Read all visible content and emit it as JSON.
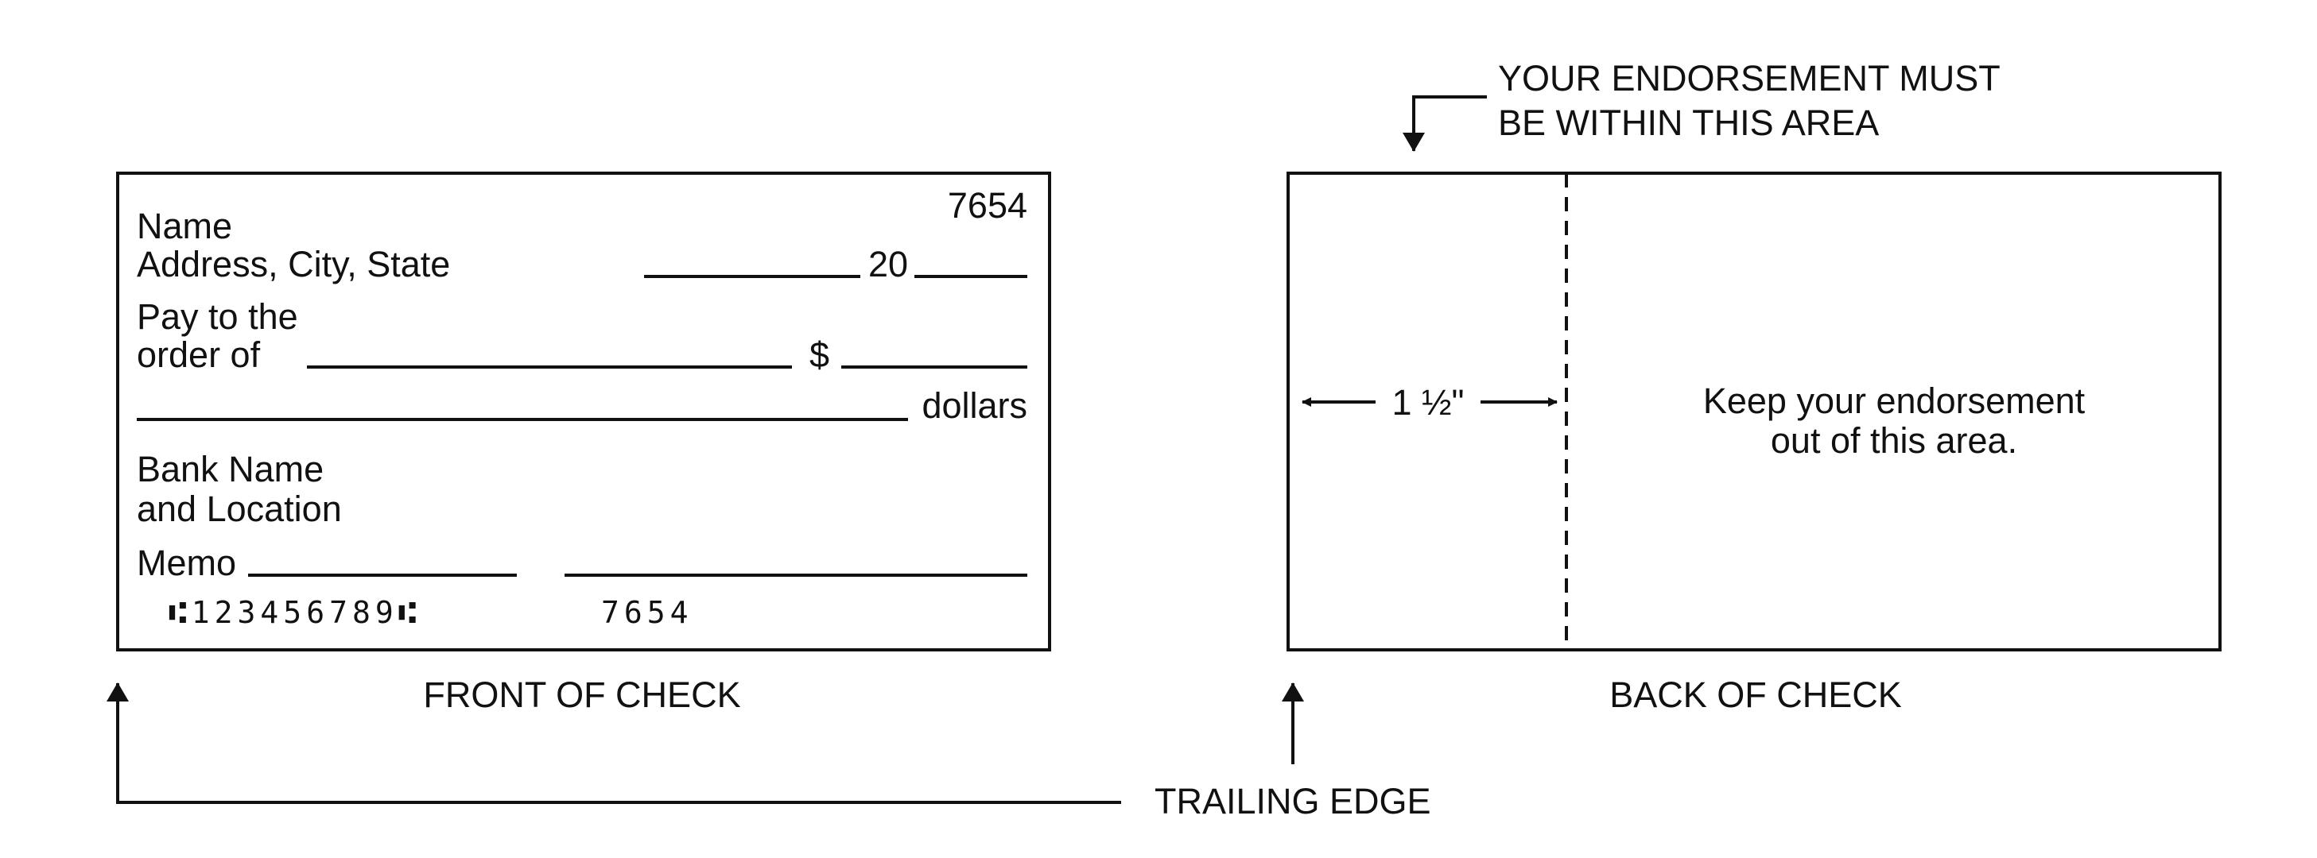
{
  "front": {
    "check_number": "7654",
    "name": "Name",
    "address": "Address, City, State",
    "date_year": "20",
    "pay_to_line1": "Pay to the",
    "pay_to_line2": "order of",
    "dollar_sign": "$",
    "dollars": "dollars",
    "bank_name": "Bank Name",
    "bank_location": "and Location",
    "memo": "Memo",
    "micr_routing": "⑆123456789⑆",
    "micr_check_number": "7654",
    "caption": "FRONT OF CHECK"
  },
  "back": {
    "instruction_line1": "YOUR ENDORSEMENT MUST",
    "instruction_line2": "BE WITHIN THIS AREA",
    "width_label": "1 ½\"",
    "keep_out_line1": "Keep your endorsement",
    "keep_out_line2": "out of this area.",
    "caption": "BACK OF CHECK"
  },
  "trailing_edge_label": "TRAILING EDGE"
}
